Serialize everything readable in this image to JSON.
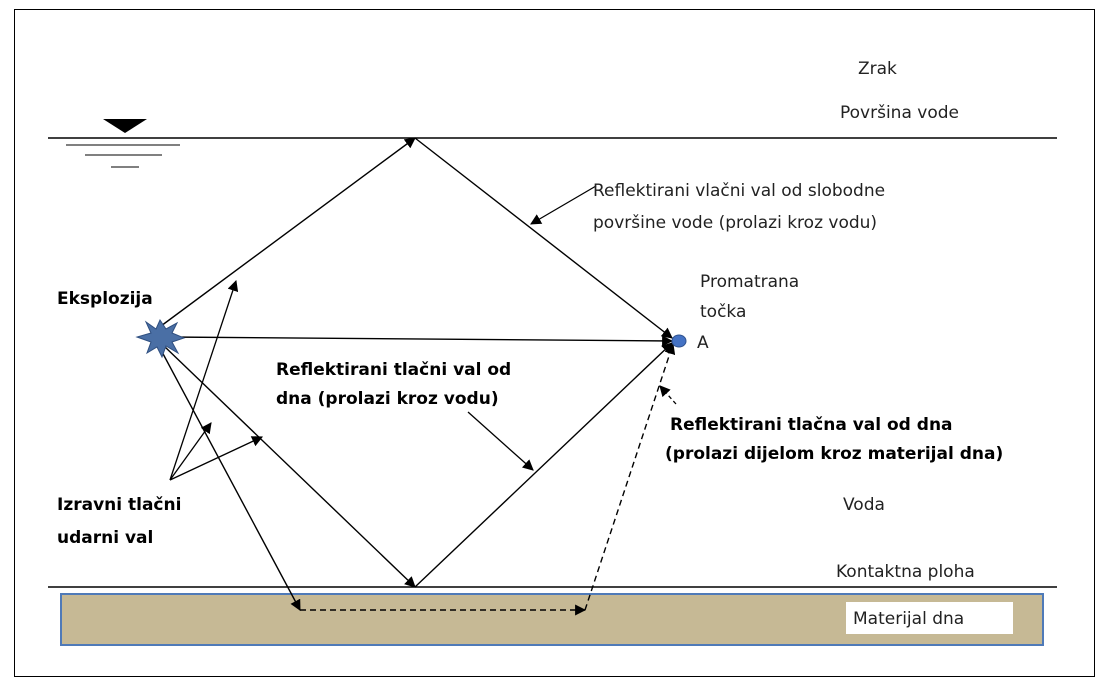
{
  "labels": {
    "air": "Zrak",
    "water_surface": "Površina vode",
    "reflected_tension_wave_line1": "Reflektirani  vlačni val od slobodne",
    "reflected_tension_wave_line2": "površine vode (prolazi kroz vodu)",
    "observed_point_line1": "Promatrana",
    "observed_point_line2": "točka",
    "point_a": "A",
    "explosion": "Eksplozija",
    "bottom_reflected_wave_line1": "Reflektirani  tlačni val od",
    "bottom_reflected_wave_line2": "dna (prolazi kroz vodu)",
    "bottom_material_wave_line1": "Reflektirani tlačna val od dna",
    "bottom_material_wave_line2": "(prolazi dijelom kroz materijal dna)",
    "direct_wave_line1": "Izravni tlačni",
    "direct_wave_line2": "udarni val",
    "water": "Voda",
    "contact_surface": "Kontaktna ploha",
    "bottom_material": "Materijal dna"
  },
  "colors": {
    "bottom_fill": "#c6b995",
    "bottom_border": "#4f7ab8",
    "explosion": "#4a6fa5",
    "point": "#4472c4"
  }
}
